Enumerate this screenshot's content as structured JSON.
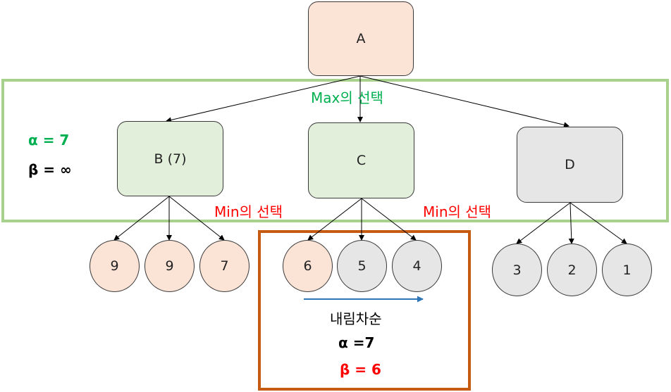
{
  "nodes": {
    "a": "A",
    "b": "B (7)",
    "c": "C",
    "d": "D",
    "b_leaves": [
      "9",
      "9",
      "7"
    ],
    "c_leaves": [
      "6",
      "5",
      "4"
    ],
    "d_leaves": [
      "3",
      "2",
      "1"
    ]
  },
  "labels": {
    "max_choice": "Max의 선택",
    "min_choice_left": "Min의 선택",
    "min_choice_right": "Min의 선택",
    "alpha_left": "α = 7",
    "beta_left": "β = ∞",
    "descending": "내림차순",
    "alpha_box": "α =7",
    "beta_box": "β = 6"
  },
  "colors": {
    "green_frame": "#a9d18e",
    "orange_frame": "#c55a11",
    "green_text": "#00b050",
    "red_text": "#ff0000",
    "blue_arrow": "#2e75b6",
    "peach_fill": "#fbe3d6",
    "green_fill": "#e2efda",
    "gray_fill": "#e6e6e6"
  }
}
